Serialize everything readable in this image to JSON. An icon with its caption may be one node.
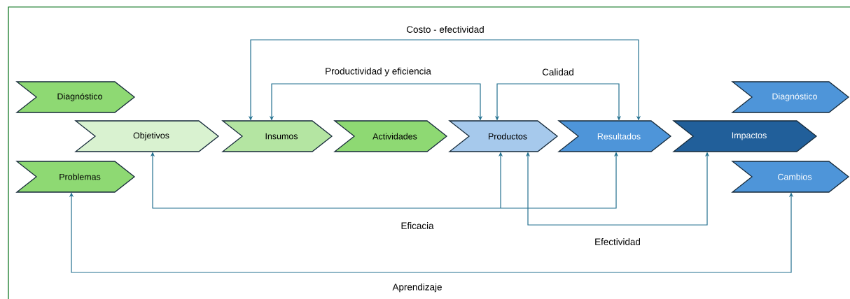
{
  "diagram": {
    "nodes": [
      {
        "text": [
          "Diagnóstico"
        ]
      },
      {
        "text": [
          "Objetivos"
        ]
      },
      {
        "text": [
          "Insumos"
        ]
      },
      {
        "text": [
          "Actividades"
        ]
      },
      {
        "text": [
          "Productos"
        ]
      },
      {
        "text": [
          "Resultados"
        ]
      },
      {
        "text": [
          "Impactos"
        ]
      },
      {
        "text": [
          "Diagnóstico"
        ]
      },
      {
        "text": [
          "Problemas"
        ]
      },
      {
        "text": [
          "Cambios"
        ]
      }
    ],
    "edges": [
      {
        "from": 2,
        "to": 5,
        "arrow": "both",
        "label": "Costo - efectividad"
      },
      {
        "from": 2,
        "to": 4,
        "arrow": "both",
        "label": "Productividad y eficiencia"
      },
      {
        "from": 4,
        "to": 5,
        "arrow": "both",
        "label": "Calidad"
      },
      {
        "from": 1,
        "to": 4,
        "arrow": "both",
        "label": "Eficacia"
      },
      {
        "from": 1,
        "to": 5,
        "arrow": "both"
      },
      {
        "from": 4,
        "to": 6,
        "arrow": "both",
        "label": "Efectividad"
      },
      {
        "from": 8,
        "to": 9,
        "arrow": "both",
        "label": "Aprendizaje"
      }
    ]
  }
}
